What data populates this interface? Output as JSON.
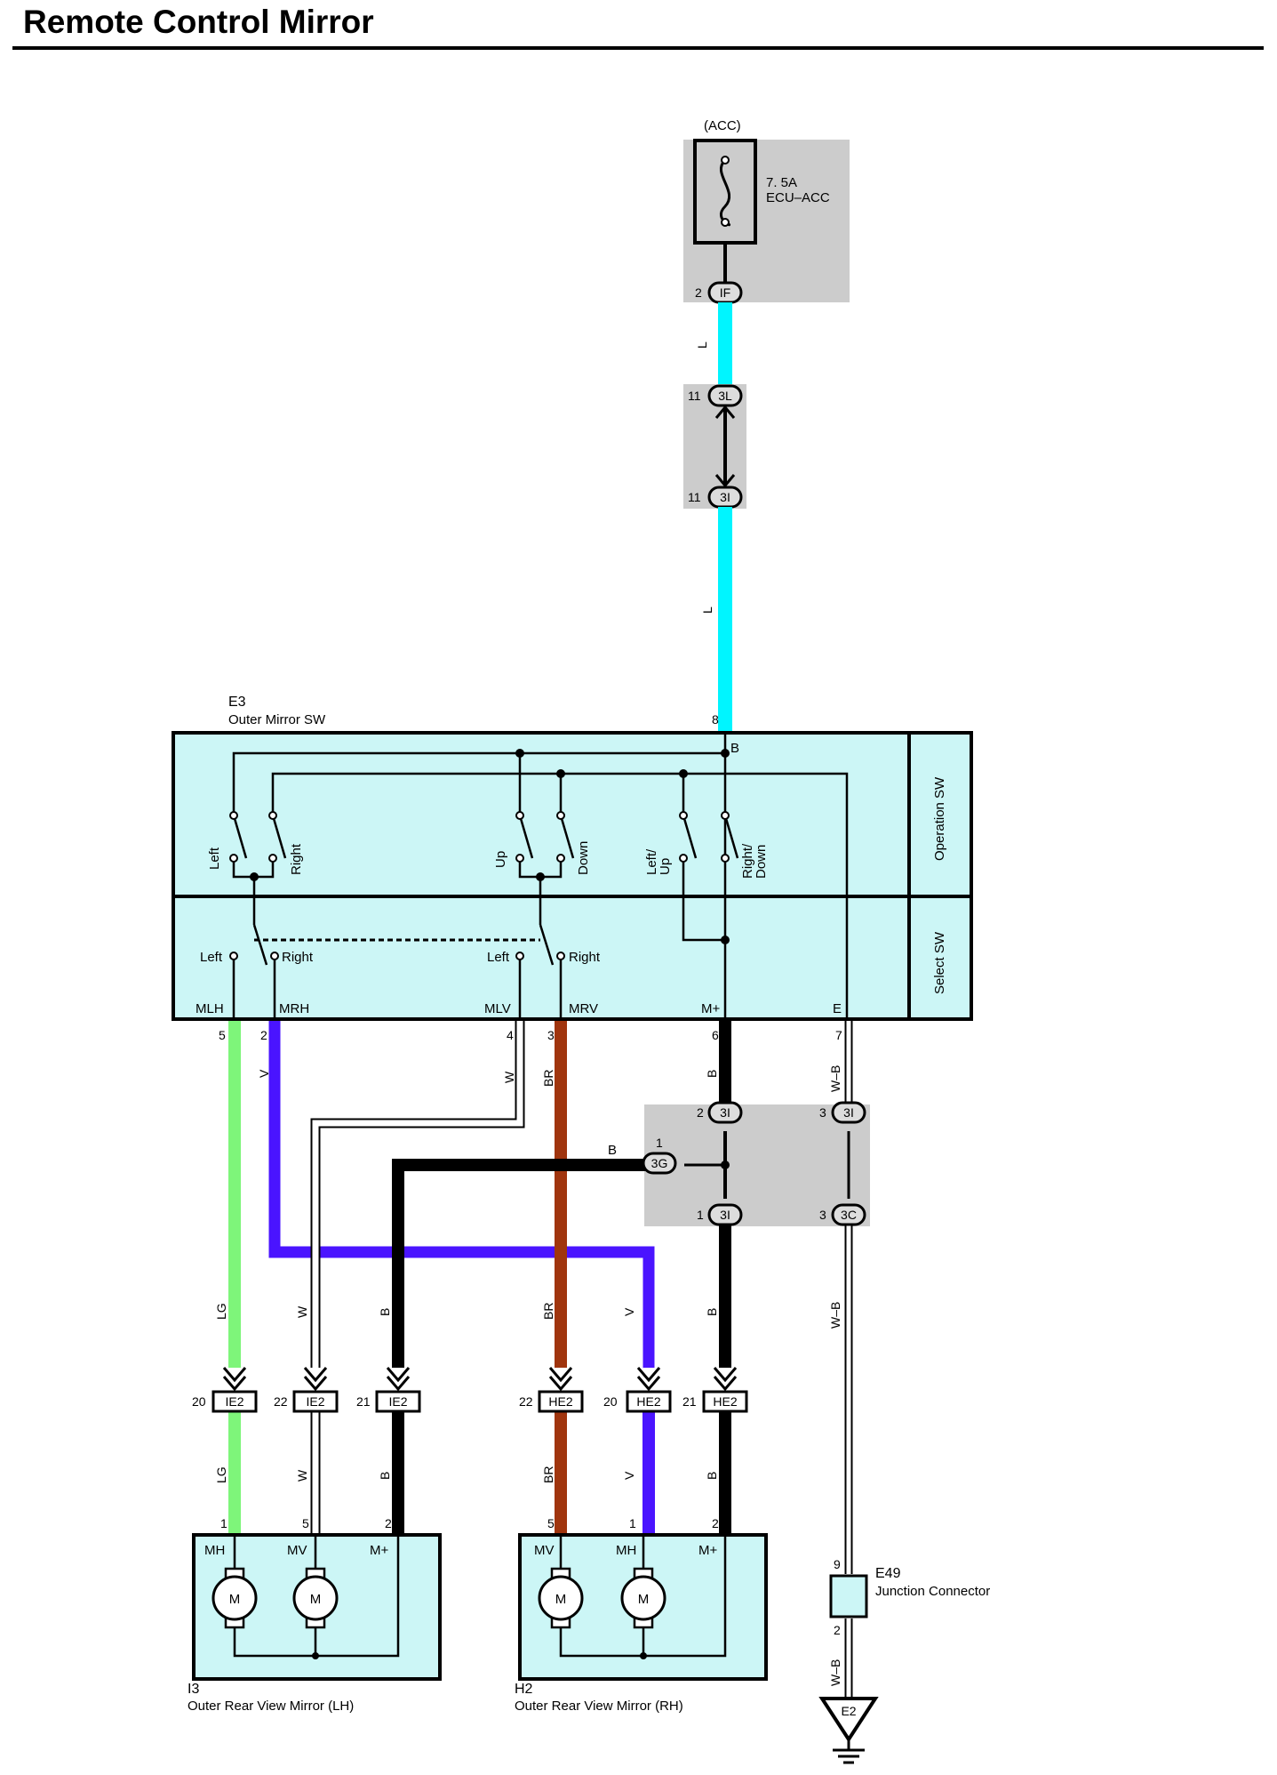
{
  "title": "Remote Control Mirror",
  "colors": {
    "L": "#00f5ff",
    "LG": "#7ef57a",
    "V": "#4a14ff",
    "BR": "#a0350e",
    "B": "#000000",
    "W": "#ffffff",
    "box": "#ccf6f6",
    "junction": "#cccccc"
  },
  "fuse": {
    "source": "(ACC)",
    "rating": "7. 5A",
    "name": "ECU–ACC",
    "connector": "IF",
    "pin": "2"
  },
  "junction_3L": {
    "connector": "3L",
    "pin": "11"
  },
  "junction_3I_top": {
    "connector": "3I",
    "pin": "11"
  },
  "wire_L": "L",
  "e3": {
    "id": "E3",
    "name": "Outer Mirror SW",
    "input_pin": "8",
    "bus_label": "B",
    "operation": "Operation SW",
    "select": "Select SW",
    "sw_left": "Left",
    "sw_right": "Right",
    "sw_up": "Up",
    "sw_down": "Down",
    "sw_leftup": "Left/\nUp",
    "sw_rightdown": "Right/\nDown",
    "sel_left1": "Left",
    "sel_right1": "Right",
    "sel_left2": "Left",
    "sel_right2": "Right",
    "terminals": [
      "MLH",
      "MRH",
      "MLV",
      "MRV",
      "M+",
      "E"
    ],
    "pins": [
      "5",
      "2",
      "4",
      "3",
      "6",
      "7"
    ]
  },
  "wires": {
    "LG": "LG",
    "V": "V",
    "W": "W",
    "BR": "BR",
    "B": "B",
    "WB": "W–B"
  },
  "junction_mid": {
    "c1": "3I",
    "p1": "2",
    "c2": "3I",
    "p2": "3",
    "c3": "3G",
    "p3": "1",
    "c4": "3I",
    "p4": "1",
    "c5": "3C",
    "p5": "3",
    "b_label": "B"
  },
  "ie2": {
    "connector": "IE2",
    "pins": [
      "20",
      "22",
      "21"
    ]
  },
  "he2": {
    "connector": "HE2",
    "pins": [
      "22",
      "20",
      "21"
    ]
  },
  "i3": {
    "id": "I3",
    "name": "Outer Rear View Mirror (LH)",
    "terms": [
      "MH",
      "MV",
      "M+"
    ],
    "pins": [
      "1",
      "5",
      "2"
    ]
  },
  "h2": {
    "id": "H2",
    "name": "Outer Rear View Mirror (RH)",
    "terms": [
      "MV",
      "MH",
      "M+"
    ],
    "pins": [
      "5",
      "1",
      "2"
    ]
  },
  "motor": "M",
  "e49": {
    "id": "E49",
    "name": "Junction Connector",
    "pin_top": "9",
    "pin_bottom": "2"
  },
  "ground": {
    "id": "E2"
  }
}
